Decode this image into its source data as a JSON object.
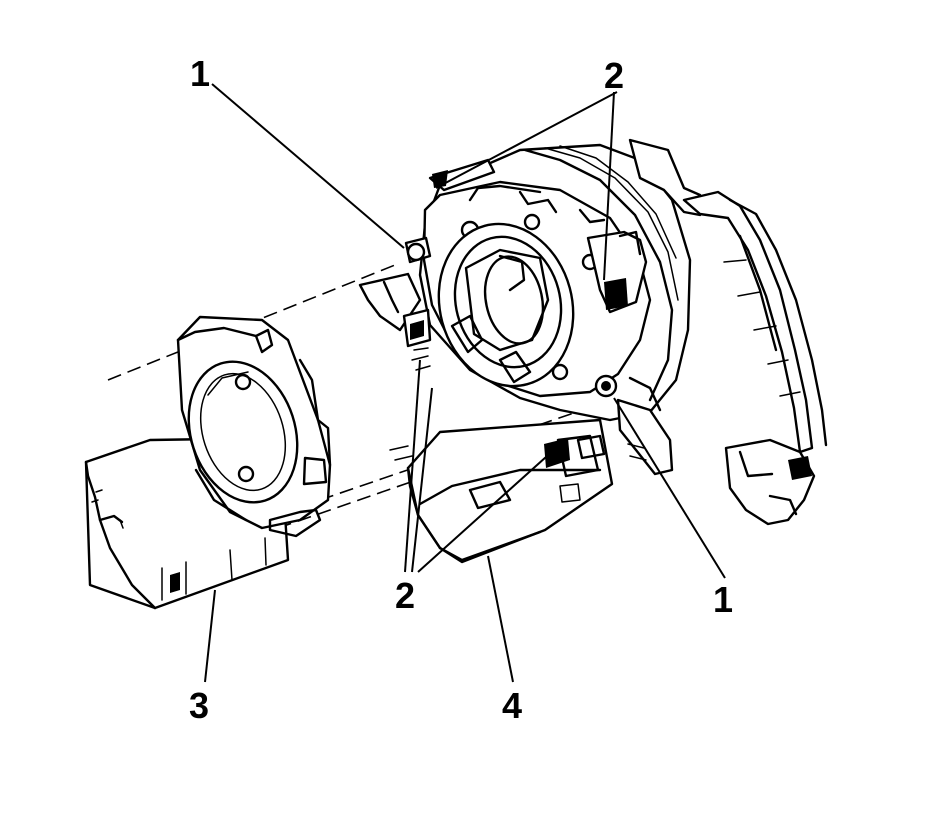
{
  "callouts": [
    {
      "id": "c1a",
      "label": "1"
    },
    {
      "id": "c2a",
      "label": "2"
    },
    {
      "id": "c2b",
      "label": "2"
    },
    {
      "id": "c1b",
      "label": "1"
    },
    {
      "id": "c3",
      "label": "3"
    },
    {
      "id": "c4",
      "label": "4"
    }
  ],
  "colors": {
    "ink": "#000000",
    "paper": "#ffffff"
  }
}
